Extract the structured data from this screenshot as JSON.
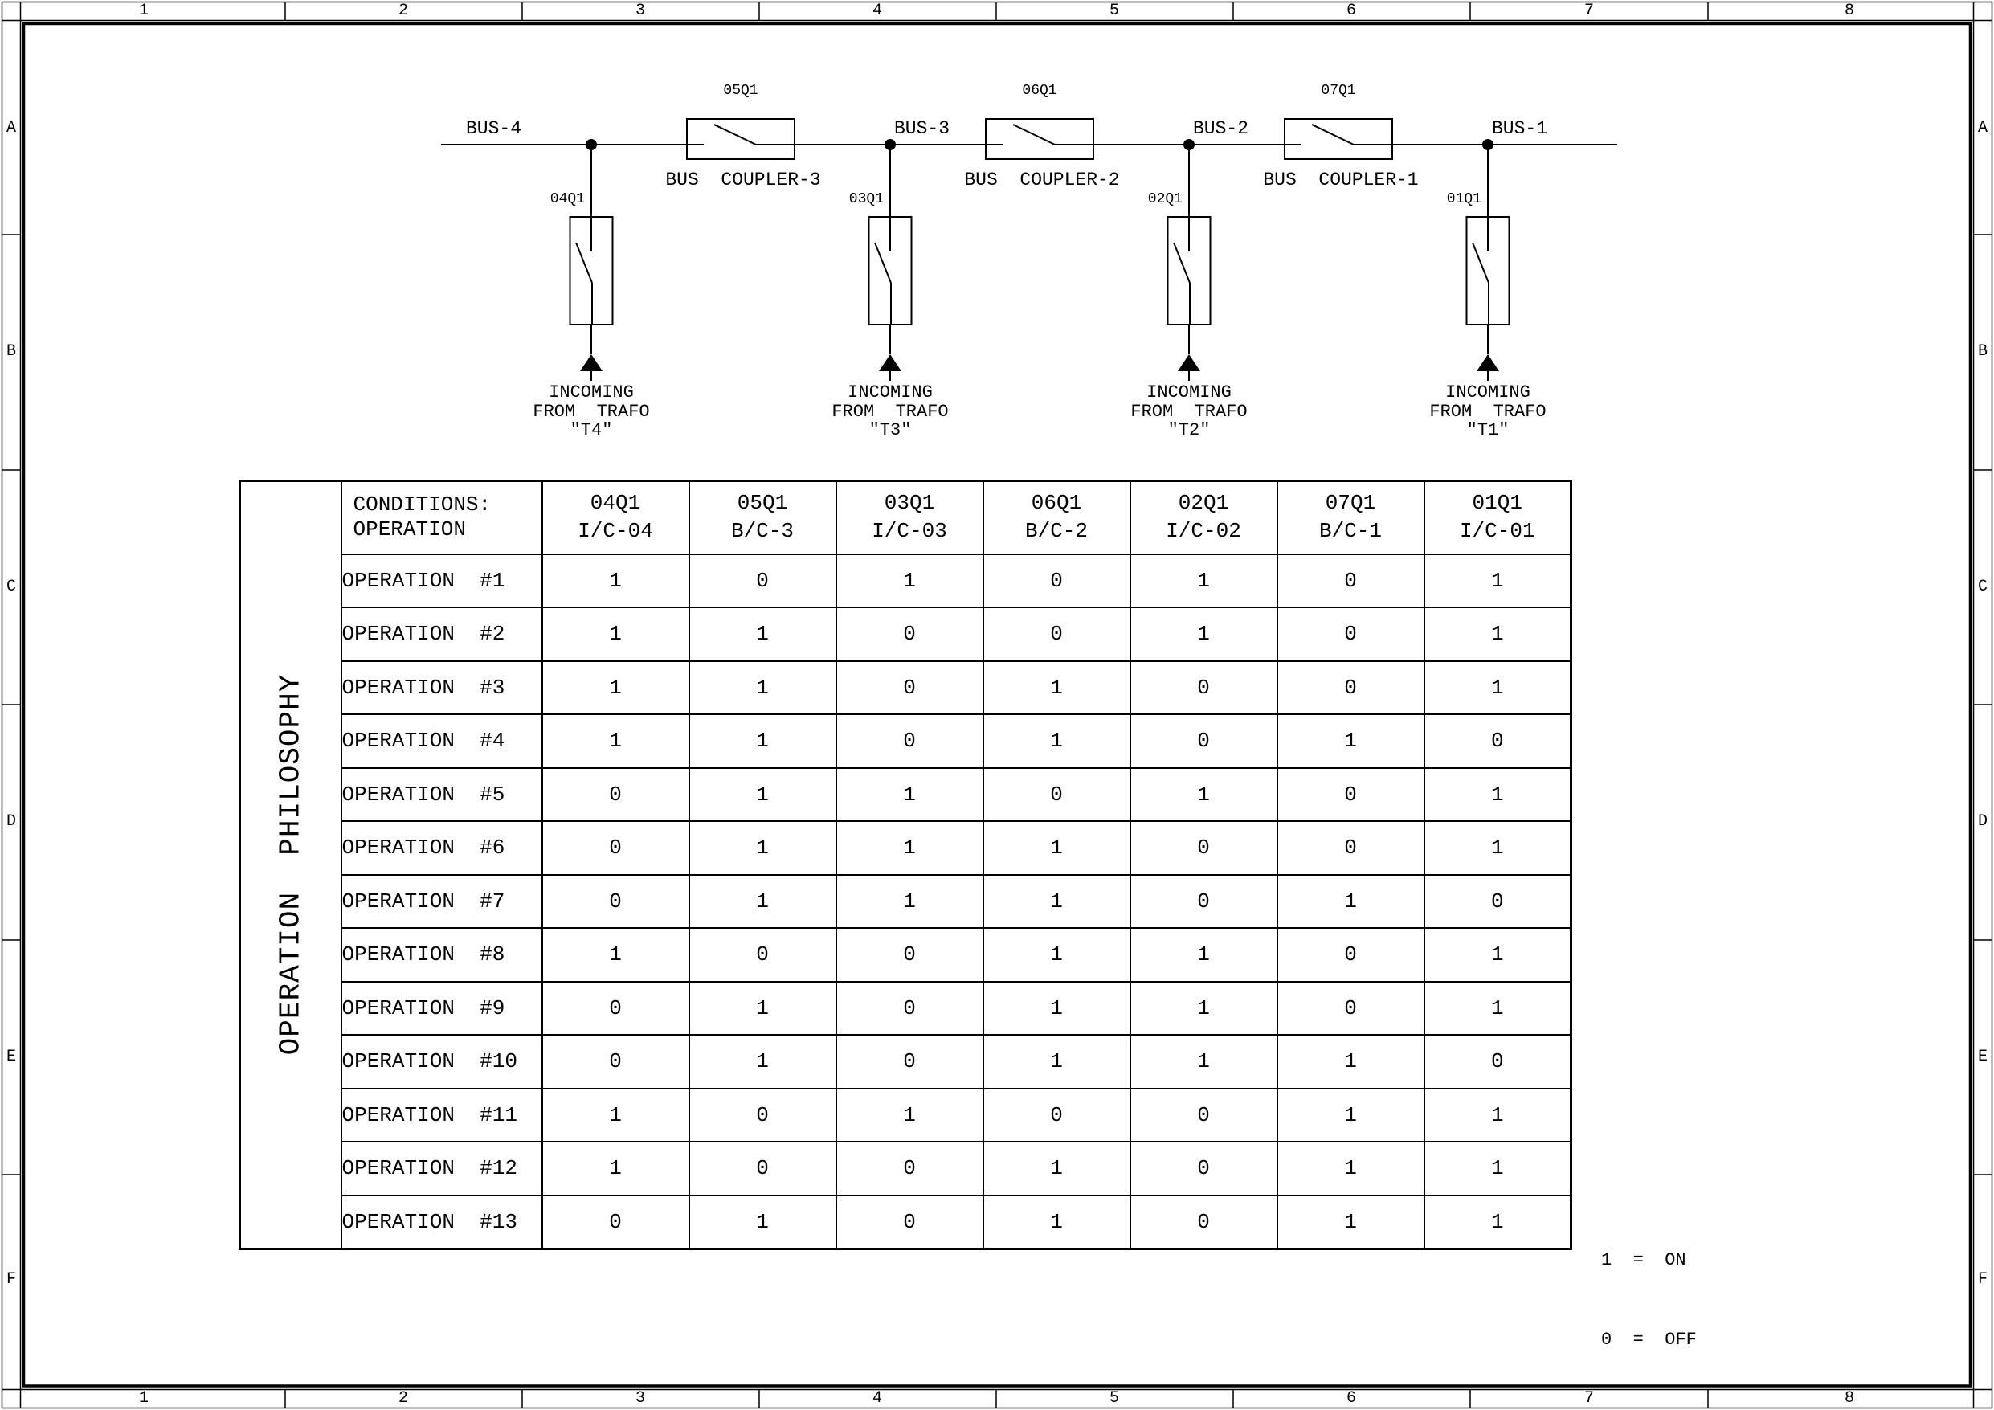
{
  "ruler": {
    "cols": [
      "1",
      "2",
      "3",
      "4",
      "5",
      "6",
      "7",
      "8"
    ],
    "rows": [
      "A",
      "B",
      "C",
      "D",
      "E",
      "F"
    ]
  },
  "diagram": {
    "buses": [
      {
        "label": "BUS-4"
      },
      {
        "label": "BUS-3"
      },
      {
        "label": "BUS-2"
      },
      {
        "label": "BUS-1"
      }
    ],
    "couplers": [
      {
        "code": "05Q1",
        "label": "BUS  COUPLER-3"
      },
      {
        "code": "06Q1",
        "label": "BUS  COUPLER-2"
      },
      {
        "code": "07Q1",
        "label": "BUS  COUPLER-1"
      }
    ],
    "feeders": [
      {
        "code": "04Q1",
        "incoming_lines": [
          "INCOMING",
          "FROM  TRAFO",
          "\"T4\""
        ]
      },
      {
        "code": "03Q1",
        "incoming_lines": [
          "INCOMING",
          "FROM  TRAFO",
          "\"T3\""
        ]
      },
      {
        "code": "02Q1",
        "incoming_lines": [
          "INCOMING",
          "FROM  TRAFO",
          "\"T2\""
        ]
      },
      {
        "code": "01Q1",
        "incoming_lines": [
          "INCOMING",
          "FROM  TRAFO",
          "\"T1\""
        ]
      }
    ]
  },
  "table": {
    "side_label": "OPERATION  PHILOSOPHY",
    "corner_lines": [
      "CONDITIONS:",
      "OPERATION"
    ],
    "columns": [
      {
        "code": "04Q1",
        "name": "I/C-04"
      },
      {
        "code": "05Q1",
        "name": "B/C-3"
      },
      {
        "code": "03Q1",
        "name": "I/C-03"
      },
      {
        "code": "06Q1",
        "name": "B/C-2"
      },
      {
        "code": "02Q1",
        "name": "I/C-02"
      },
      {
        "code": "07Q1",
        "name": "B/C-1"
      },
      {
        "code": "01Q1",
        "name": "I/C-01"
      }
    ],
    "rows": [
      {
        "label": "OPERATION  #1",
        "values": [
          "1",
          "0",
          "1",
          "0",
          "1",
          "0",
          "1"
        ]
      },
      {
        "label": "OPERATION  #2",
        "values": [
          "1",
          "1",
          "0",
          "0",
          "1",
          "0",
          "1"
        ]
      },
      {
        "label": "OPERATION  #3",
        "values": [
          "1",
          "1",
          "0",
          "1",
          "0",
          "0",
          "1"
        ]
      },
      {
        "label": "OPERATION  #4",
        "values": [
          "1",
          "1",
          "0",
          "1",
          "0",
          "1",
          "0"
        ]
      },
      {
        "label": "OPERATION  #5",
        "values": [
          "0",
          "1",
          "1",
          "0",
          "1",
          "0",
          "1"
        ]
      },
      {
        "label": "OPERATION  #6",
        "values": [
          "0",
          "1",
          "1",
          "1",
          "0",
          "0",
          "1"
        ]
      },
      {
        "label": "OPERATION  #7",
        "values": [
          "0",
          "1",
          "1",
          "1",
          "0",
          "1",
          "0"
        ]
      },
      {
        "label": "OPERATION  #8",
        "values": [
          "1",
          "0",
          "0",
          "1",
          "1",
          "0",
          "1"
        ]
      },
      {
        "label": "OPERATION  #9",
        "values": [
          "0",
          "1",
          "0",
          "1",
          "1",
          "0",
          "1"
        ]
      },
      {
        "label": "OPERATION  #10",
        "values": [
          "0",
          "1",
          "0",
          "1",
          "1",
          "1",
          "0"
        ]
      },
      {
        "label": "OPERATION  #11",
        "values": [
          "1",
          "0",
          "1",
          "0",
          "0",
          "1",
          "1"
        ]
      },
      {
        "label": "OPERATION  #12",
        "values": [
          "1",
          "0",
          "0",
          "1",
          "0",
          "1",
          "1"
        ]
      },
      {
        "label": "OPERATION  #13",
        "values": [
          "0",
          "1",
          "0",
          "1",
          "0",
          "1",
          "1"
        ]
      }
    ],
    "legend_lines": [
      "1  =  ON",
      "0  =  OFF"
    ]
  }
}
